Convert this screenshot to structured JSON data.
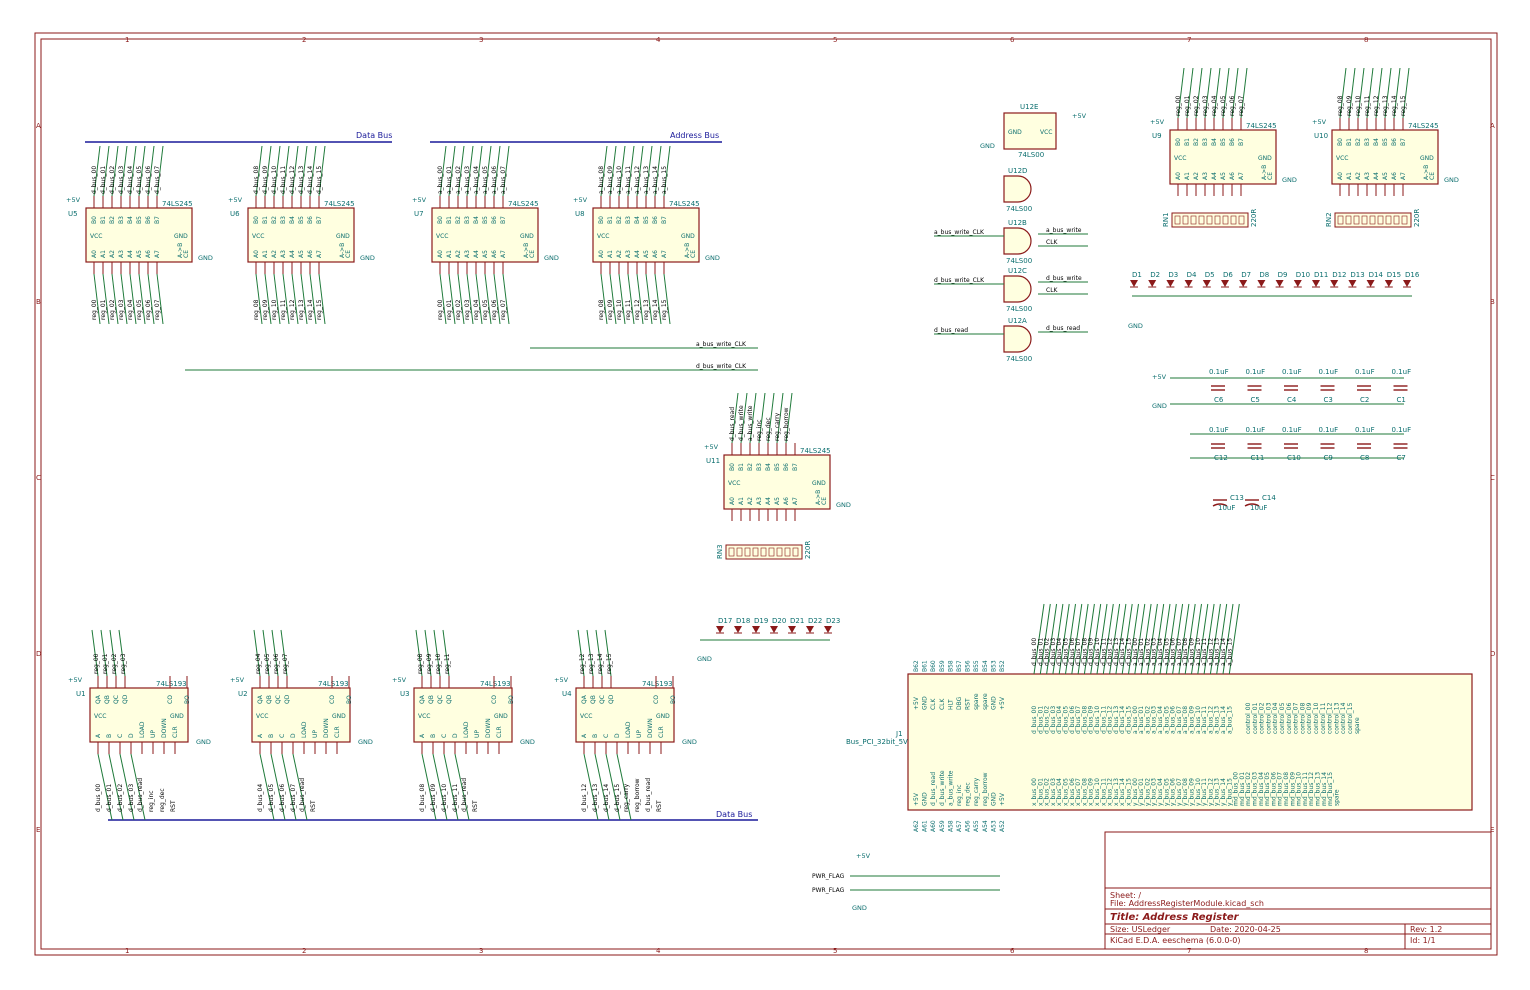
{
  "frame": {
    "col_labels": [
      "1",
      "2",
      "3",
      "4",
      "5",
      "6",
      "7",
      "8"
    ],
    "row_labels": [
      "A",
      "B",
      "C",
      "D",
      "E"
    ]
  },
  "buses": {
    "data_bus_top": "Data Bus",
    "address_bus_top": "Address Bus",
    "data_bus_bottom": "Data Bus"
  },
  "transceivers": [
    {
      "ref": "U5",
      "part": "74LS245",
      "top_nets": [
        "d_bus_00",
        "d_bus_01",
        "d_bus_02",
        "d_bus_03",
        "d_bus_04",
        "d_bus_05",
        "d_bus_06",
        "d_bus_07"
      ],
      "bottom_nets": [
        "reg_00",
        "reg_01",
        "reg_02",
        "reg_03",
        "reg_04",
        "reg_05",
        "reg_06",
        "reg_07"
      ]
    },
    {
      "ref": "U6",
      "part": "74LS245",
      "top_nets": [
        "d_bus_08",
        "d_bus_09",
        "d_bus_10",
        "d_bus_11",
        "d_bus_12",
        "d_bus_13",
        "d_bus_14",
        "d_bus_15"
      ],
      "bottom_nets": [
        "reg_08",
        "reg_09",
        "reg_10",
        "reg_11",
        "reg_12",
        "reg_13",
        "reg_14",
        "reg_15"
      ]
    },
    {
      "ref": "U7",
      "part": "74LS245",
      "top_nets": [
        "a_bus_00",
        "a_bus_01",
        "a_bus_02",
        "a_bus_03",
        "a_bus_04",
        "a_bus_05",
        "a_bus_06",
        "a_bus_07"
      ],
      "bottom_nets": [
        "reg_00",
        "reg_01",
        "reg_02",
        "reg_03",
        "reg_04",
        "reg_05",
        "reg_06",
        "reg_07"
      ]
    },
    {
      "ref": "U8",
      "part": "74LS245",
      "top_nets": [
        "a_bus_08",
        "a_bus_09",
        "a_bus_10",
        "a_bus_11",
        "a_bus_12",
        "a_bus_13",
        "a_bus_14",
        "a_bus_15"
      ],
      "bottom_nets": [
        "reg_08",
        "reg_09",
        "reg_10",
        "reg_11",
        "reg_12",
        "reg_13",
        "reg_14",
        "reg_15"
      ]
    },
    {
      "ref": "U9",
      "part": "74LS245",
      "top_nets": [
        "reg_00",
        "reg_01",
        "reg_02",
        "reg_03",
        "reg_04",
        "reg_05",
        "reg_06",
        "reg_07"
      ],
      "bottom_nets": []
    },
    {
      "ref": "U10",
      "part": "74LS245",
      "top_nets": [
        "reg_08",
        "reg_09",
        "reg_10",
        "reg_11",
        "reg_12",
        "reg_13",
        "reg_14",
        "reg_15"
      ],
      "bottom_nets": []
    },
    {
      "ref": "U11",
      "part": "74LS245",
      "top_nets": [
        "d_bus_read",
        "d_bus_write",
        "a_bus_write",
        "reg_inc",
        "reg_dec",
        "reg_carry",
        "reg_borrow"
      ],
      "bottom_nets": []
    }
  ],
  "pin_names": {
    "b_side": [
      "B0",
      "B1",
      "B2",
      "B3",
      "B4",
      "B5",
      "B6",
      "B7"
    ],
    "a_side": [
      "A0",
      "A1",
      "A2",
      "A3",
      "A4",
      "A5",
      "A6",
      "A7"
    ],
    "vcc": "VCC",
    "gnd": "GND",
    "dir": "A->B",
    "ce": "CE"
  },
  "counters": [
    {
      "ref": "U1",
      "part": "74LS193",
      "q_nets": [
        "reg_00",
        "reg_01",
        "reg_02",
        "reg_03"
      ],
      "in_nets": [
        "d_bus_00",
        "d_bus_01",
        "d_bus_02",
        "d_bus_03"
      ],
      "ctrl": [
        "d_bus_read",
        "reg_inc",
        "reg_dec",
        "RST"
      ]
    },
    {
      "ref": "U2",
      "part": "74LS193",
      "q_nets": [
        "reg_04",
        "reg_05",
        "reg_06",
        "reg_07"
      ],
      "in_nets": [
        "d_bus_04",
        "d_bus_05",
        "d_bus_06",
        "d_bus_07"
      ],
      "ctrl": [
        "d_bus_read",
        "RST"
      ]
    },
    {
      "ref": "U3",
      "part": "74LS193",
      "q_nets": [
        "reg_08",
        "reg_09",
        "reg_10",
        "reg_11"
      ],
      "in_nets": [
        "d_bus_08",
        "d_bus_09",
        "d_bus_10",
        "d_bus_11"
      ],
      "ctrl": [
        "d_bus_read",
        "RST"
      ]
    },
    {
      "ref": "U4",
      "part": "74LS193",
      "q_nets": [
        "reg_12",
        "reg_13",
        "reg_14",
        "reg_15"
      ],
      "in_nets": [
        "d_bus_12",
        "d_bus_13",
        "d_bus_14",
        "d_bus_15"
      ],
      "ctrl": [
        "reg_carry",
        "reg_borrow",
        "d_bus_read",
        "RST"
      ]
    }
  ],
  "counter_pins": {
    "top": [
      "QA",
      "QB",
      "QC",
      "QD",
      "CO",
      "BO"
    ],
    "bottom": [
      "A",
      "B",
      "C",
      "D",
      "LOAD",
      "UP",
      "DOWN",
      "CLR"
    ],
    "vcc": "VCC",
    "gnd": "GND"
  },
  "gates": {
    "u12e": {
      "ref": "U12E",
      "part": "74LS00",
      "pins": [
        "GND",
        "VCC"
      ]
    },
    "u12d": {
      "ref": "U12D",
      "part": "74LS00"
    },
    "u12b": {
      "ref": "U12B",
      "part": "74LS00",
      "in": "a_bus_write_CLK",
      "out": "a_bus_write",
      "out2": "CLK"
    },
    "u12c": {
      "ref": "U12C",
      "part": "74LS00",
      "in": "d_bus_write_CLK",
      "out": "d_bus_write",
      "out2": "CLK"
    },
    "u12a": {
      "ref": "U12A",
      "part": "74LS00",
      "in": "d_bus_read",
      "out": "d_bus_read"
    }
  },
  "clock_nets": {
    "a_write_clk": "a_bus_write_CLK",
    "d_write_clk": "d_bus_write_CLK"
  },
  "power": {
    "vcc": "+5V",
    "gnd": "GND",
    "pwr_flag": "PWR_FLAG"
  },
  "resistor_networks": [
    {
      "ref": "RN1",
      "value": "220R"
    },
    {
      "ref": "RN2",
      "value": "220R"
    },
    {
      "ref": "RN3",
      "value": "220R"
    }
  ],
  "leds_row1": [
    "D1",
    "D2",
    "D3",
    "D4",
    "D5",
    "D6",
    "D7",
    "D8",
    "D9",
    "D10",
    "D11",
    "D12",
    "D13",
    "D14",
    "D15",
    "D16"
  ],
  "leds_row2": [
    "D17",
    "D18",
    "D19",
    "D20",
    "D21",
    "D22",
    "D23"
  ],
  "caps_row1": [
    {
      "ref": "C6",
      "value": "0.1uF"
    },
    {
      "ref": "C5",
      "value": "0.1uF"
    },
    {
      "ref": "C4",
      "value": "0.1uF"
    },
    {
      "ref": "C3",
      "value": "0.1uF"
    },
    {
      "ref": "C2",
      "value": "0.1uF"
    },
    {
      "ref": "C1",
      "value": "0.1uF"
    }
  ],
  "caps_row2": [
    {
      "ref": "C12",
      "value": "0.1uF"
    },
    {
      "ref": "C11",
      "value": "0.1uF"
    },
    {
      "ref": "C10",
      "value": "0.1uF"
    },
    {
      "ref": "C9",
      "value": "0.1uF"
    },
    {
      "ref": "C8",
      "value": "0.1uF"
    },
    {
      "ref": "C7",
      "value": "0.1uF"
    }
  ],
  "caps_bulk": [
    {
      "ref": "C13",
      "value": "10uF"
    },
    {
      "ref": "C14",
      "value": "10uF"
    }
  ],
  "connector": {
    "ref": "J1",
    "part": "Bus_PCI_32bit_5V",
    "top_pins": [
      "B62",
      "B61",
      "B60",
      "B59",
      "B58",
      "B57",
      "B56",
      "B55",
      "B54",
      "B53",
      "B52"
    ],
    "top_names": [
      "+5V",
      "GND",
      "CLK",
      "CLK",
      "HLT",
      "DBG",
      "RST",
      "spare",
      "spare",
      "GND",
      "+5V"
    ],
    "bottom_pins": [
      "A62",
      "A61",
      "A60",
      "A59",
      "A58",
      "A57",
      "A56",
      "A55",
      "A54",
      "A53",
      "A52"
    ],
    "bottom_names": [
      "+5V",
      "GND",
      "d_bus_read",
      "d_bus_write",
      "a_bus_write",
      "reg_inc",
      "reg_dec",
      "reg_carry",
      "reg_borrow",
      "GND",
      "+5V"
    ],
    "top_nets": [
      "d_bus_00",
      "d_bus_01",
      "d_bus_02",
      "d_bus_03",
      "d_bus_04",
      "d_bus_05",
      "d_bus_06",
      "d_bus_07",
      "d_bus_08",
      "d_bus_09",
      "d_bus_10",
      "d_bus_11",
      "d_bus_12",
      "d_bus_13",
      "d_bus_14",
      "d_bus_15",
      "a_bus_00",
      "a_bus_01",
      "a_bus_02",
      "a_bus_03",
      "a_bus_04",
      "a_bus_05",
      "a_bus_06",
      "a_bus_07",
      "a_bus_08",
      "a_bus_09",
      "a_bus_10",
      "a_bus_11",
      "a_bus_12",
      "a_bus_13",
      "a_bus_14",
      "a_bus_15"
    ],
    "bottom_nets": [
      "x_bus_00",
      "x_bus_01",
      "x_bus_02",
      "x_bus_03",
      "x_bus_04",
      "x_bus_05",
      "x_bus_06",
      "x_bus_07",
      "x_bus_08",
      "x_bus_09",
      "x_bus_10",
      "x_bus_11",
      "x_bus_12",
      "x_bus_13",
      "x_bus_14",
      "x_bus_15",
      "y_bus_00",
      "y_bus_01",
      "y_bus_02",
      "y_bus_03",
      "y_bus_04",
      "y_bus_05",
      "y_bus_06",
      "y_bus_07",
      "y_bus_08",
      "y_bus_09",
      "y_bus_10",
      "y_bus_11",
      "y_bus_12",
      "y_bus_13",
      "y_bus_14",
      "y_bus_15",
      "md_bus_00",
      "md_bus_01",
      "md_bus_02",
      "md_bus_03",
      "md_bus_04",
      "md_bus_05",
      "md_bus_06",
      "md_bus_07",
      "md_bus_08",
      "md_bus_09",
      "md_bus_10",
      "md_bus_11",
      "md_bus_12",
      "md_bus_13",
      "md_bus_14",
      "md_bus_15",
      "spare"
    ],
    "control_names": [
      "control_00",
      "control_01",
      "control_02",
      "control_03",
      "control_04",
      "control_05",
      "control_06",
      "control_07",
      "control_08",
      "control_09",
      "control_10",
      "control_11",
      "control_12",
      "control_13",
      "control_14",
      "control_15",
      "spare"
    ]
  },
  "title_block": {
    "sheet": "Sheet: /",
    "file": "File: AddressRegisterModule.kicad_sch",
    "title": "Title: Address Register",
    "size": "Size: USLedger",
    "date": "Date: 2020-04-25",
    "rev": "Rev: 1.2",
    "tool": "KiCad E.D.A.  eeschema (6.0.0-0)",
    "id": "Id: 1/1"
  }
}
